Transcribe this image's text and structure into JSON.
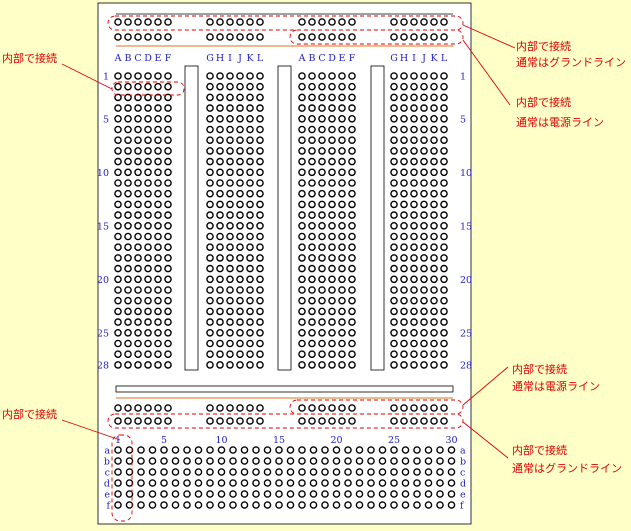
{
  "colors": {
    "background": "#FFFFC8",
    "board": "#FFFFFF",
    "hole": "#000000",
    "label": "#2020C8",
    "annotation": "#E00000",
    "rail_line": "#E0701E"
  },
  "top_board": {
    "column_labels_left": [
      "A",
      "B",
      "C",
      "D",
      "E",
      "F"
    ],
    "column_labels_right": [
      "G",
      "H",
      "I",
      "J",
      "K",
      "L"
    ],
    "row_labels": [
      "1",
      "5",
      "10",
      "15",
      "20",
      "25",
      "28"
    ]
  },
  "bottom_board": {
    "column_numbers": [
      "1",
      "5",
      "10",
      "15",
      "20",
      "25",
      "30"
    ],
    "row_letters": [
      "a",
      "b",
      "c",
      "d",
      "e",
      "f"
    ]
  },
  "annotations": {
    "top_rail_ground": [
      "内部で接続",
      "通常はグランドライン"
    ],
    "top_rail_power": [
      "内部で接続",
      "通常は電源ライン"
    ],
    "top_row_left": "内部で接続",
    "bottom_rail_power": [
      "内部で接続",
      "通常は電源ライン"
    ],
    "bottom_rail_ground": [
      "内部で接続",
      "通常はグランドライン"
    ],
    "bottom_column_left": "内部で接続"
  }
}
